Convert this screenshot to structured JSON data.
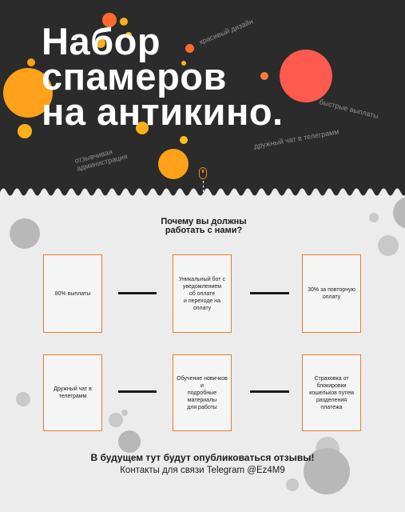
{
  "title_lines": [
    "Набор",
    "спамеров",
    "на антикино."
  ],
  "tags": [
    "красивый дизайн",
    "быстрые выплаты",
    "дружный чат в телеграмм",
    "отзывчивая",
    "администрация"
  ],
  "heading_lines": [
    "Почему вы должны",
    "работать с нами?"
  ],
  "cards": [
    [
      "80%    выплаты"
    ],
    [
      "Уникальный бот с",
      "уведомлением",
      "об оплате",
      "и переходе на оплату"
    ],
    [
      "30% за повторную",
      "оплату"
    ],
    [
      "Дружный чат в",
      "телеграмм"
    ],
    [
      "Обучение новичков и",
      "подробные материалы",
      "для работы"
    ],
    [
      "Страховка от",
      "блокировки",
      "кошельков путем",
      "разделения платежа"
    ]
  ],
  "footer": {
    "line1": "В будущем тут будут опубликоваться отзывы!",
    "line2": "Контакты для связи Telegram @Ez4M9"
  },
  "colors": {
    "dark_bg": "#2b2b2b",
    "light_bg": "#ececec",
    "accent": "#f07a2a",
    "orange": "#ffa11a",
    "coral": "#ff5a4e"
  }
}
